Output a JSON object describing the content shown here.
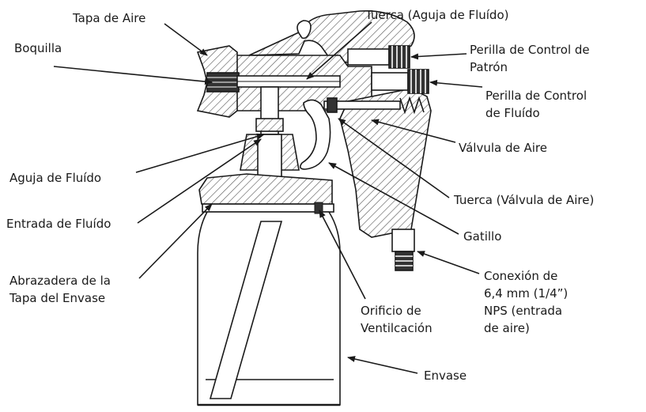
{
  "diagram": {
    "labels": {
      "tapa_de_aire": [
        "Tapa de Aire"
      ],
      "boquilla": [
        "Boquilla"
      ],
      "tuerca_aguja": [
        "Tuerca (Aguja de Fluído)"
      ],
      "perilla_patron": [
        "Perilla de Control de",
        "Patrón"
      ],
      "perilla_fluido": [
        "Perilla de Control",
        "de Fluído"
      ],
      "valvula_aire": [
        "Válvula de Aire"
      ],
      "aguja_fluido": [
        "Aguja de Fluído"
      ],
      "tuerca_valvula": [
        "Tuerca (Válvula de Aire)"
      ],
      "entrada_fluido": [
        "Entrada de Fluído"
      ],
      "gatillo": [
        "Gatillo"
      ],
      "abrazadera": [
        "Abrazadera de la",
        "Tapa del Envase"
      ],
      "conexion": [
        "Conexión de",
        "6,4 mm (1/4”)",
        "NPS (entrada",
        "de aire)"
      ],
      "orificio": [
        "Orificio de",
        "Ventilcación"
      ],
      "envase": [
        "Envase"
      ]
    },
    "colors": {
      "ink": "#1a1a1a",
      "hatch": "#555555",
      "background": "#ffffff"
    }
  }
}
